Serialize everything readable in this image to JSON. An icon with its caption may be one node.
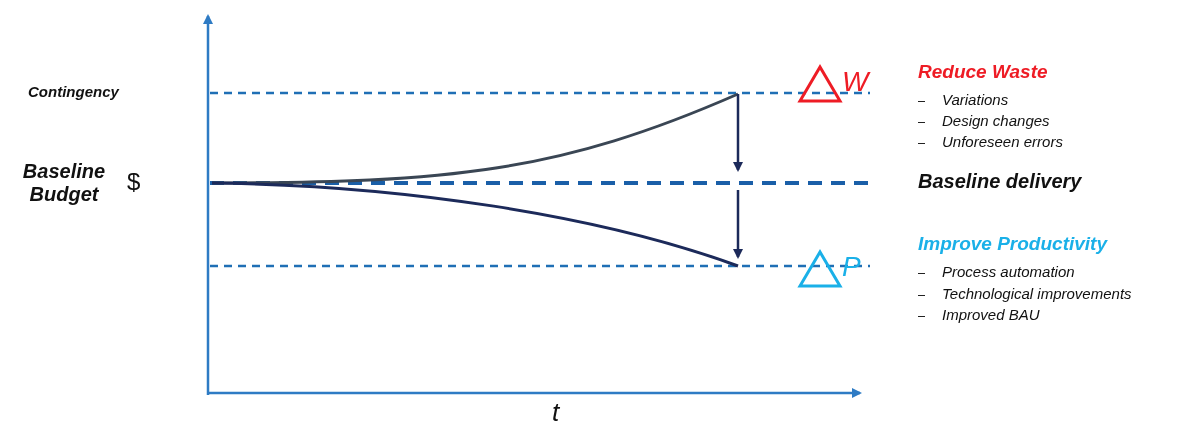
{
  "diagram": {
    "labels": [
      "W",
      "Contingency",
      "Reduce Waste",
      "Variations",
      "Design changes",
      "Unforeseen errors",
      "Baseline Budget",
      "$",
      "Baseline delivery",
      "P",
      "Improve Productivity",
      "Process automation",
      "Technological improvements",
      "Improved BAU",
      "t"
    ]
  }
}
